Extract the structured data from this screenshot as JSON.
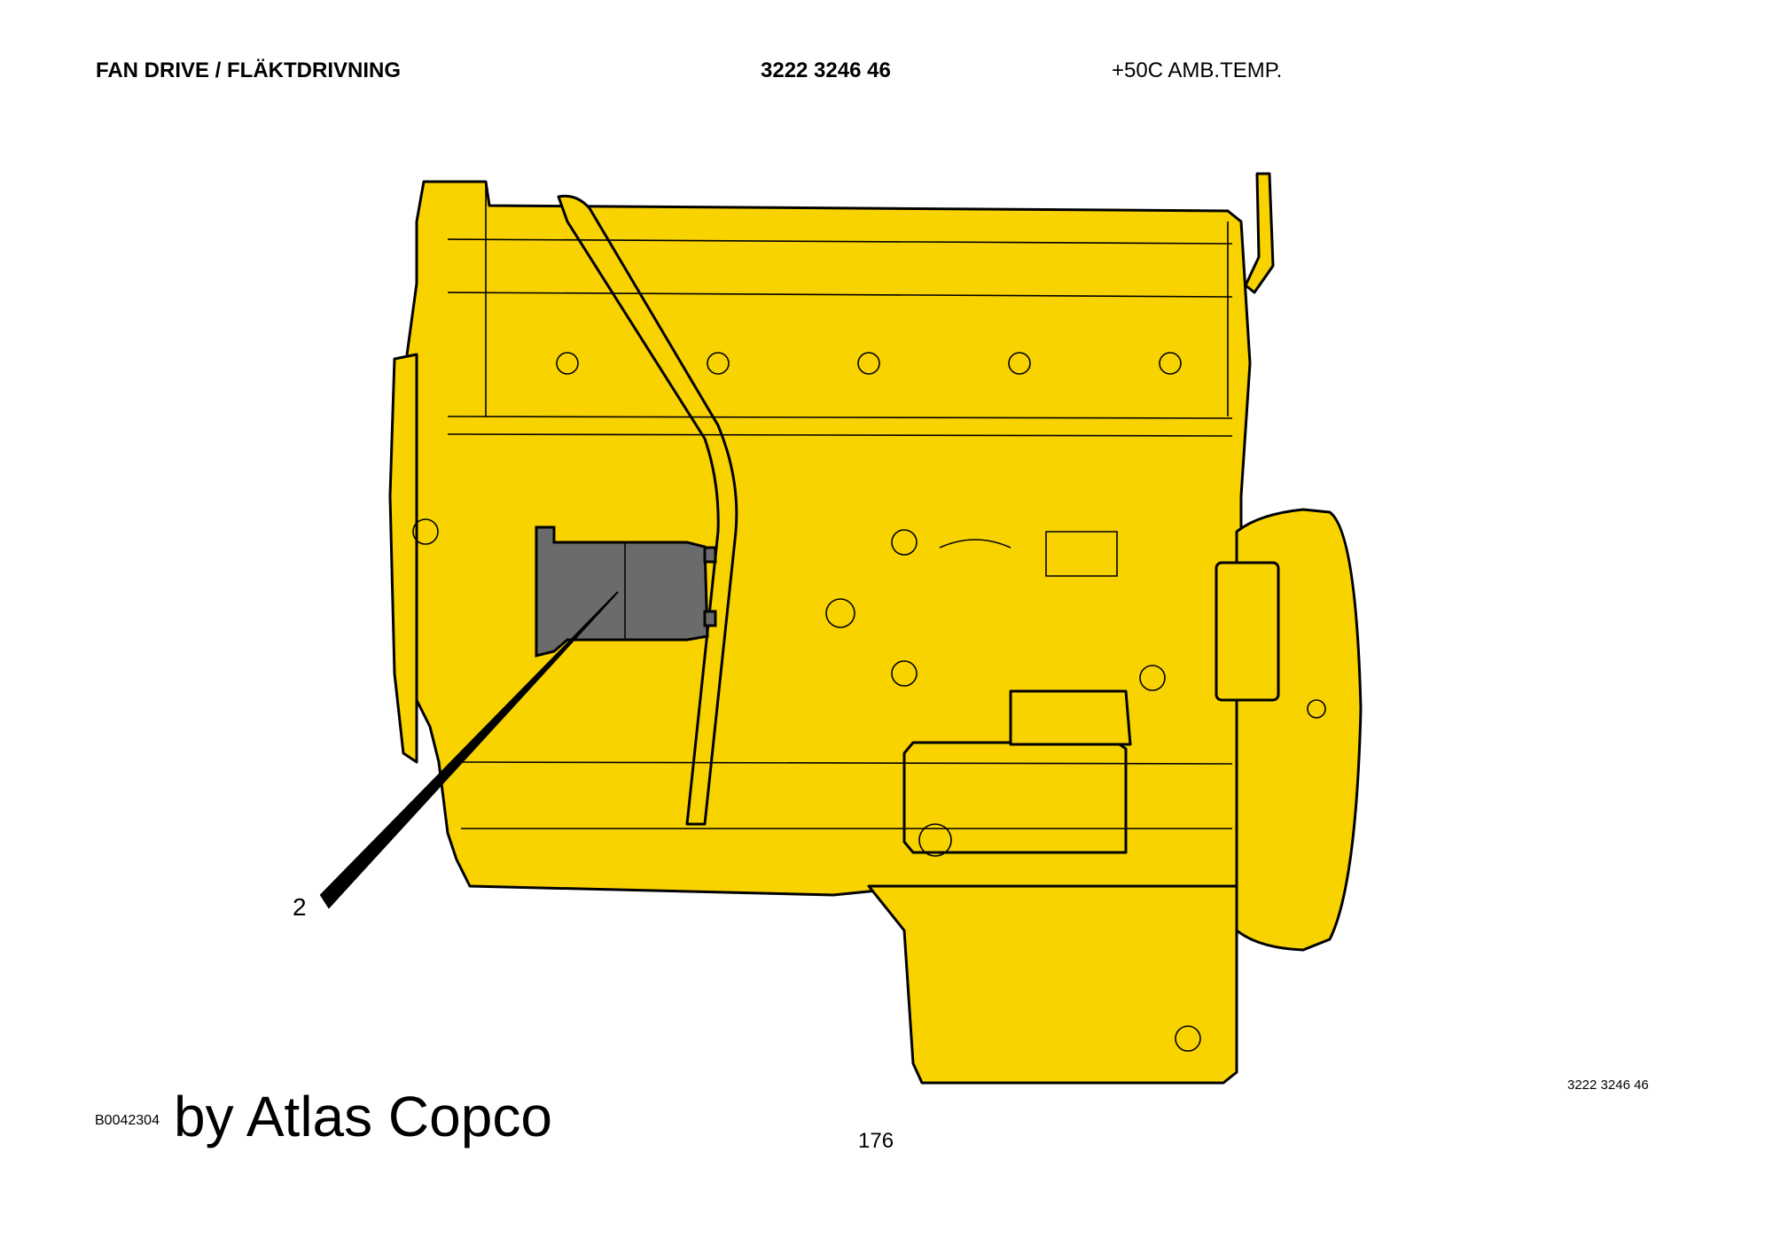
{
  "header": {
    "title": "FAN DRIVE / FLÄKTDRIVNING",
    "part_number": "3222 3246 46",
    "condition": "+50C AMB.TEMP."
  },
  "drawing": {
    "callout_label": "2",
    "colors": {
      "engine": "#f9d300",
      "highlight": "#6b6b6b",
      "outline": "#000000"
    }
  },
  "footer": {
    "drawing_code": "B0042304",
    "brand": "by Atlas Copco",
    "page_number": "176",
    "reference_number": "3222 3246 46"
  }
}
